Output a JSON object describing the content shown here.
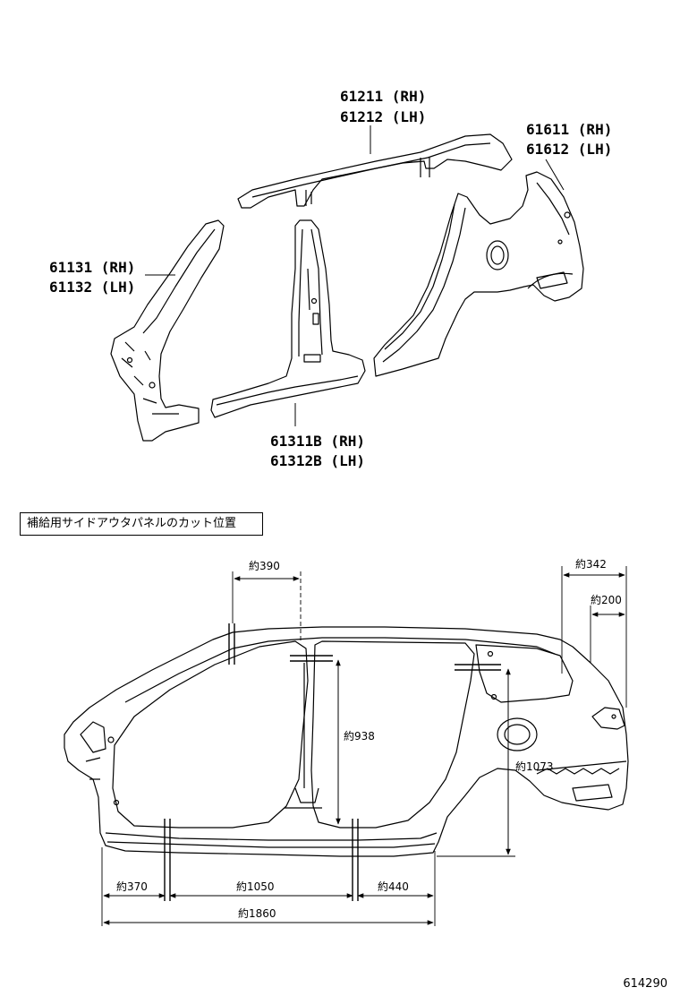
{
  "parts": {
    "roof_side_rail": [
      "61211 (RH)",
      "61212 (LH)"
    ],
    "quarter_panel": [
      "61611 (RH)",
      "61612 (LH)"
    ],
    "front_pillar": [
      "61131 (RH)",
      "61132 (LH)"
    ],
    "rocker_panel": [
      "61311B (RH)",
      "61312B (LH)"
    ]
  },
  "note_label": "補給用サイドアウタパネルのカット位置",
  "dimensions": {
    "d390": "約390",
    "d342": "約342",
    "d200": "約200",
    "d938": "約938",
    "d1073": "約1073",
    "d370": "約370",
    "d1050": "約1050",
    "d440": "約440",
    "d1860": "約1860"
  },
  "figure_number": "614290"
}
